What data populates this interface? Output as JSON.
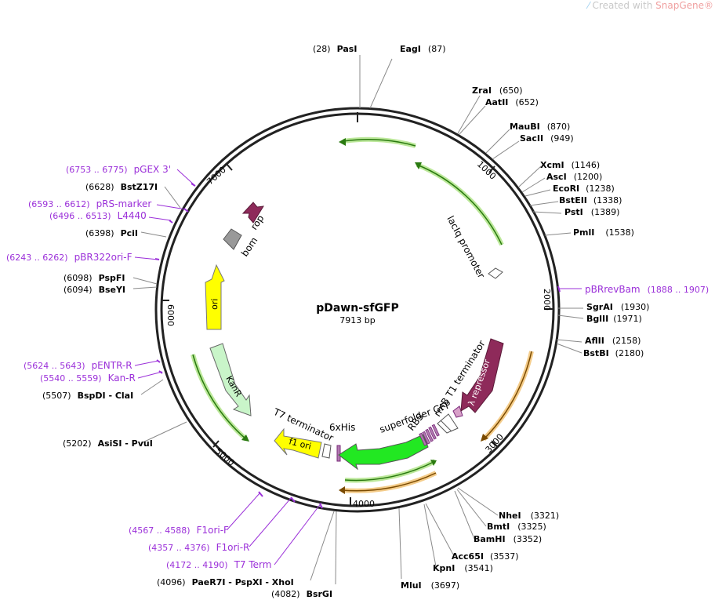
{
  "watermark": {
    "prefix": "Created with ",
    "brand": "SnapGene",
    "mark": "®"
  },
  "plasmid": {
    "name": "pDawn-sfGFP",
    "length": "7913 bp"
  },
  "colors": {
    "backbone": "#222222",
    "primer": "#9b30d9",
    "line": "#8a8a8a"
  },
  "ticks": [
    {
      "label": "1000"
    },
    {
      "label": "2000"
    },
    {
      "label": "3000"
    },
    {
      "label": "4000"
    },
    {
      "label": "5000"
    },
    {
      "label": "6000"
    },
    {
      "label": "7000"
    }
  ],
  "features": [
    {
      "label": "lacIq promoter"
    },
    {
      "label": "rop"
    },
    {
      "label": "bom"
    },
    {
      "label": "ori"
    },
    {
      "label": "KanR"
    },
    {
      "label": "T7 terminator"
    },
    {
      "label": "f1 ori"
    },
    {
      "label": "6xHis"
    },
    {
      "label": "superfolder GFP"
    },
    {
      "label": "RBS"
    },
    {
      "label": "rrnB T1 terminator"
    },
    {
      "label": "λ repressor"
    }
  ],
  "sites": [
    {
      "pos": "(28)",
      "name": "PasI"
    },
    {
      "pos": "(87)",
      "name": "EagI"
    },
    {
      "pos": "(650)",
      "name": "ZraI"
    },
    {
      "pos": "(652)",
      "name": "AatII"
    },
    {
      "pos": "(870)",
      "name": "MauBI"
    },
    {
      "pos": "(949)",
      "name": "SacII"
    },
    {
      "pos": "(1146)",
      "name": "XcmI"
    },
    {
      "pos": "(1200)",
      "name": "AscI"
    },
    {
      "pos": "(1238)",
      "name": "EcoRI"
    },
    {
      "pos": "(1338)",
      "name": "BstEII"
    },
    {
      "pos": "(1389)",
      "name": "PstI"
    },
    {
      "pos": "(1538)",
      "name": "PmlI"
    },
    {
      "pos": "(1930)",
      "name": "SgrAI"
    },
    {
      "pos": "(1971)",
      "name": "BglII"
    },
    {
      "pos": "(2158)",
      "name": "AflII"
    },
    {
      "pos": "(2180)",
      "name": "BstBI"
    },
    {
      "pos": "(3321)",
      "name": "NheI"
    },
    {
      "pos": "(3325)",
      "name": "BmtI"
    },
    {
      "pos": "(3352)",
      "name": "BamHI"
    },
    {
      "pos": "(3537)",
      "name": "Acc65I"
    },
    {
      "pos": "(3541)",
      "name": "KpnI"
    },
    {
      "pos": "(3697)",
      "name": "MluI"
    },
    {
      "pos": "(4082)",
      "name": "BsrGI"
    },
    {
      "pos": "(4096)",
      "name": "PaeR7I",
      "name2": "PspXI",
      "name3": "XhoI"
    },
    {
      "pos": "(5202)",
      "name": "AsiSI",
      "name2": "PvuI"
    },
    {
      "pos": "(5507)",
      "name": "BspDI",
      "name2": "ClaI"
    },
    {
      "pos": "(6094)",
      "name": "BseYI"
    },
    {
      "pos": "(6098)",
      "name": "PspFI"
    },
    {
      "pos": "(6398)",
      "name": "PciI"
    },
    {
      "pos": "(6628)",
      "name": "BstZ17I"
    }
  ],
  "primers": [
    {
      "name": "pBRrevBam",
      "range": "(1888 .. 1907)"
    },
    {
      "name": "T7 Term",
      "range": "(4172 .. 4190)"
    },
    {
      "name": "F1ori-R",
      "range": "(4357 .. 4376)"
    },
    {
      "name": "F1ori-F",
      "range": "(4567 .. 4588)"
    },
    {
      "name": "Kan-R",
      "range": "(5540 .. 5559)"
    },
    {
      "name": "pENTR-R",
      "range": "(5624 .. 5643)"
    },
    {
      "name": "pBR322ori-F",
      "range": "(6243 .. 6262)"
    },
    {
      "name": "L4440",
      "range": "(6496 .. 6513)"
    },
    {
      "name": "pRS-marker",
      "range": "(6593 .. 6612)"
    },
    {
      "name": "pGEX 3'",
      "range": "(6753 .. 6775)"
    }
  ]
}
